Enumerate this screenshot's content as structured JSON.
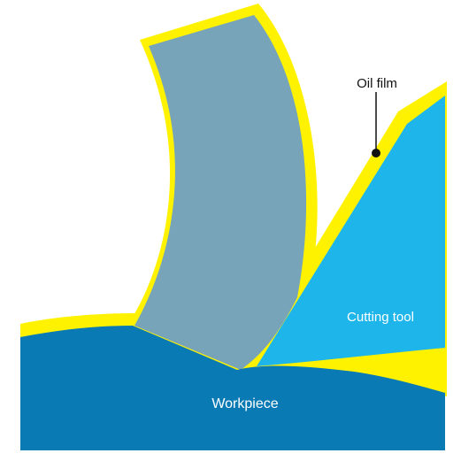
{
  "labels": {
    "oil_film": "Oil film",
    "cutting_tool": "Cutting tool",
    "workpiece": "Workpiece"
  },
  "colors": {
    "oil_film": "#FFF200",
    "chip": "#77A4B9",
    "cutting_tool": "#1EB6EA",
    "workpiece": "#0A7AB5",
    "leader": "#111111",
    "label_text": "#ffffff",
    "callout_text": "#111111"
  }
}
